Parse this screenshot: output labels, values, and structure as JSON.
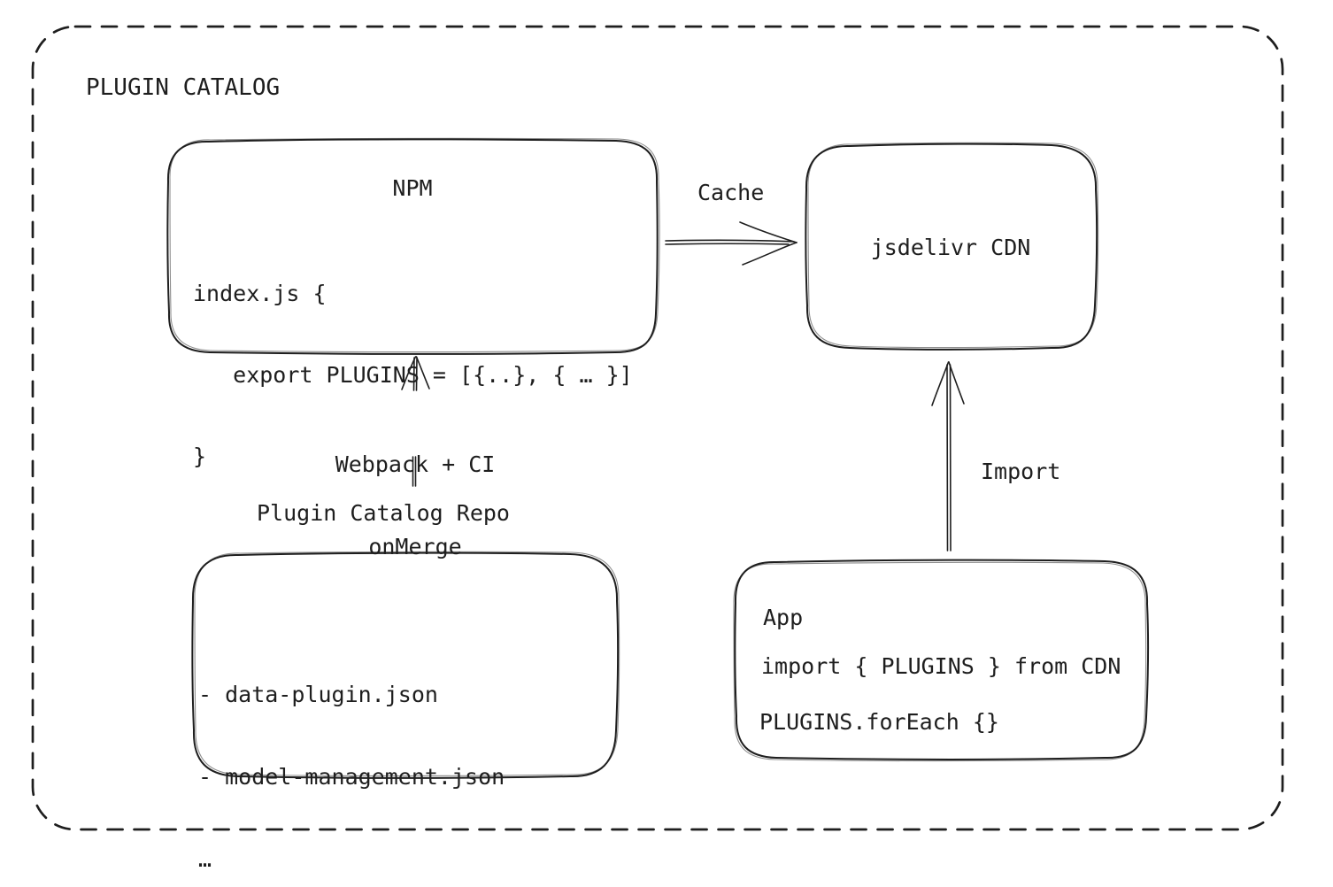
{
  "diagram": {
    "title": "PLUGIN CATALOG",
    "colors": {
      "stroke": "#1e1e1e",
      "background": "#ffffff"
    },
    "nodes": {
      "npm": {
        "title": "NPM",
        "code": [
          "index.js {",
          "   export PLUGINS = [{..}, { … }]",
          "}"
        ]
      },
      "cdn": {
        "title": "jsdelivr CDN"
      },
      "repo": {
        "title": "Plugin Catalog Repo",
        "files": [
          "- data-plugin.json",
          "- model-management.json",
          "…"
        ]
      },
      "app": {
        "title": "App",
        "code": [
          "import { PLUGINS } from CDN",
          "PLUGINS.forEach {}"
        ]
      }
    },
    "edges": {
      "cache": {
        "label": "Cache",
        "from": "npm",
        "to": "cdn"
      },
      "build": {
        "label": [
          "Webpack + CI",
          "onMerge"
        ],
        "from": "repo",
        "to": "npm"
      },
      "import": {
        "label": "Import",
        "from": "app",
        "to": "cdn"
      }
    }
  }
}
